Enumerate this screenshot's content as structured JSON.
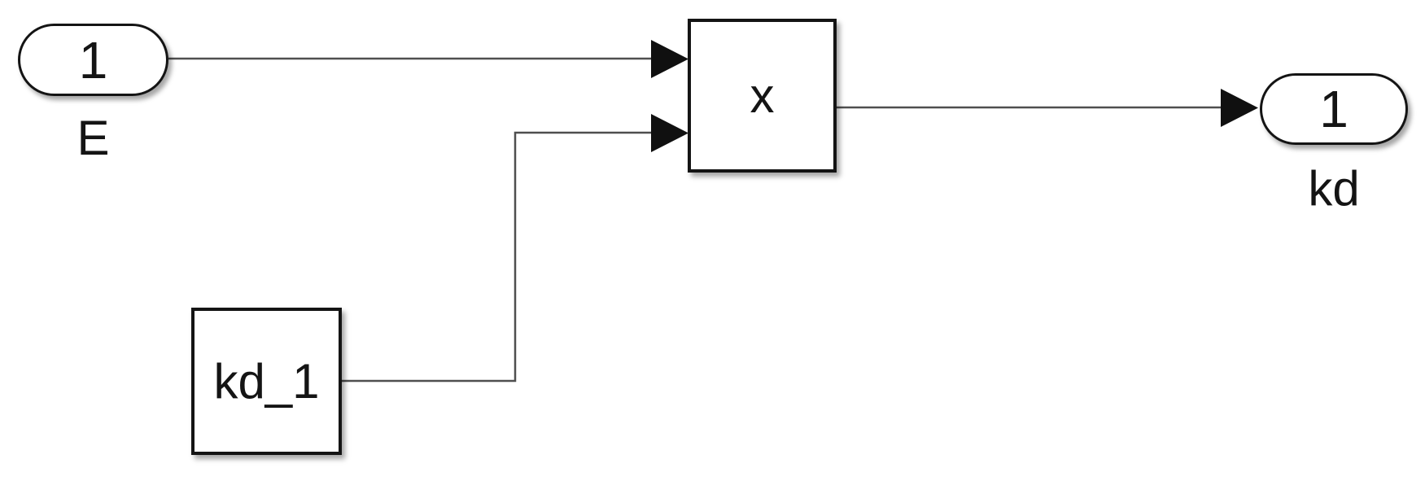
{
  "diagram": {
    "colors": {
      "background": "#ffffff",
      "wire": "#4f4f4f",
      "arrowhead": "#101010",
      "block_border": "#141414",
      "block_fill": "#ffffff",
      "text": "#141414"
    },
    "inport": {
      "port_number": "1",
      "name": "E"
    },
    "product": {
      "symbol": "x"
    },
    "constant": {
      "value": "kd_1"
    },
    "outport": {
      "port_number": "1",
      "name": "kd"
    }
  }
}
